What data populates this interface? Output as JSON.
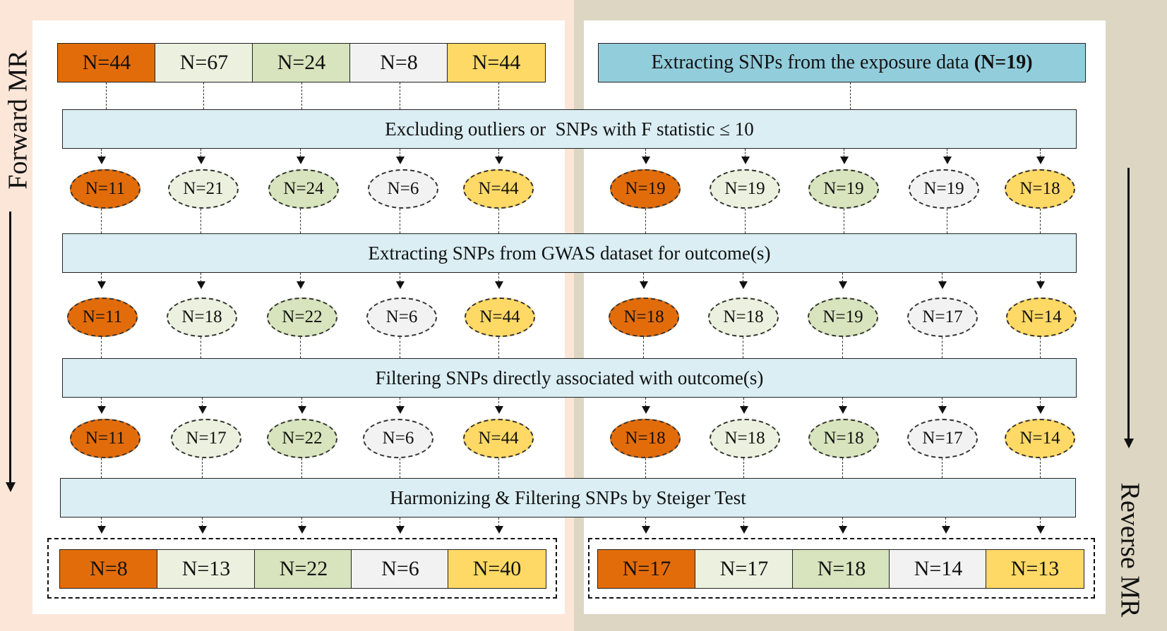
{
  "colors": {
    "orange": "#E36C0A",
    "pale_green": "#EBF1DE",
    "sage_green": "#D7E4BD",
    "light_gray": "#F2F2F2",
    "yellow": "#FFD966",
    "band_blue": "#DAEEF3",
    "header_blue": "#92CDDC"
  },
  "sides": {
    "forward_label": "Forward MR",
    "reverse_label": "Reverse MR"
  },
  "forward_top": [
    "N=44",
    "N=67",
    "N=24",
    "N=8",
    "N=44"
  ],
  "reverse_top": {
    "text": "Extracting SNPs from the exposure data ",
    "count": "(N=19)"
  },
  "steps": [
    "Excluding outliers or  SNPs with F statistic ≤ 10",
    "Extracting SNPs from GWAS dataset for outcome(s)",
    "Filtering SNPs directly associated with outcome(s)",
    "Harmonizing & Filtering SNPs by Steiger Test"
  ],
  "forward_after_step1": [
    "N=11",
    "N=21",
    "N=24",
    "N=6",
    "N=44"
  ],
  "reverse_after_step1": [
    "N=19",
    "N=19",
    "N=19",
    "N=19",
    "N=18"
  ],
  "forward_after_step2": [
    "N=11",
    "N=18",
    "N=22",
    "N=6",
    "N=44"
  ],
  "reverse_after_step2": [
    "N=18",
    "N=18",
    "N=19",
    "N=17",
    "N=14"
  ],
  "forward_after_step3": [
    "N=11",
    "N=17",
    "N=22",
    "N=6",
    "N=44"
  ],
  "reverse_after_step3": [
    "N=18",
    "N=18",
    "N=18",
    "N=17",
    "N=14"
  ],
  "forward_final": [
    "N=8",
    "N=13",
    "N=22",
    "N=6",
    "N=40"
  ],
  "reverse_final": [
    "N=17",
    "N=17",
    "N=18",
    "N=14",
    "N=13"
  ]
}
